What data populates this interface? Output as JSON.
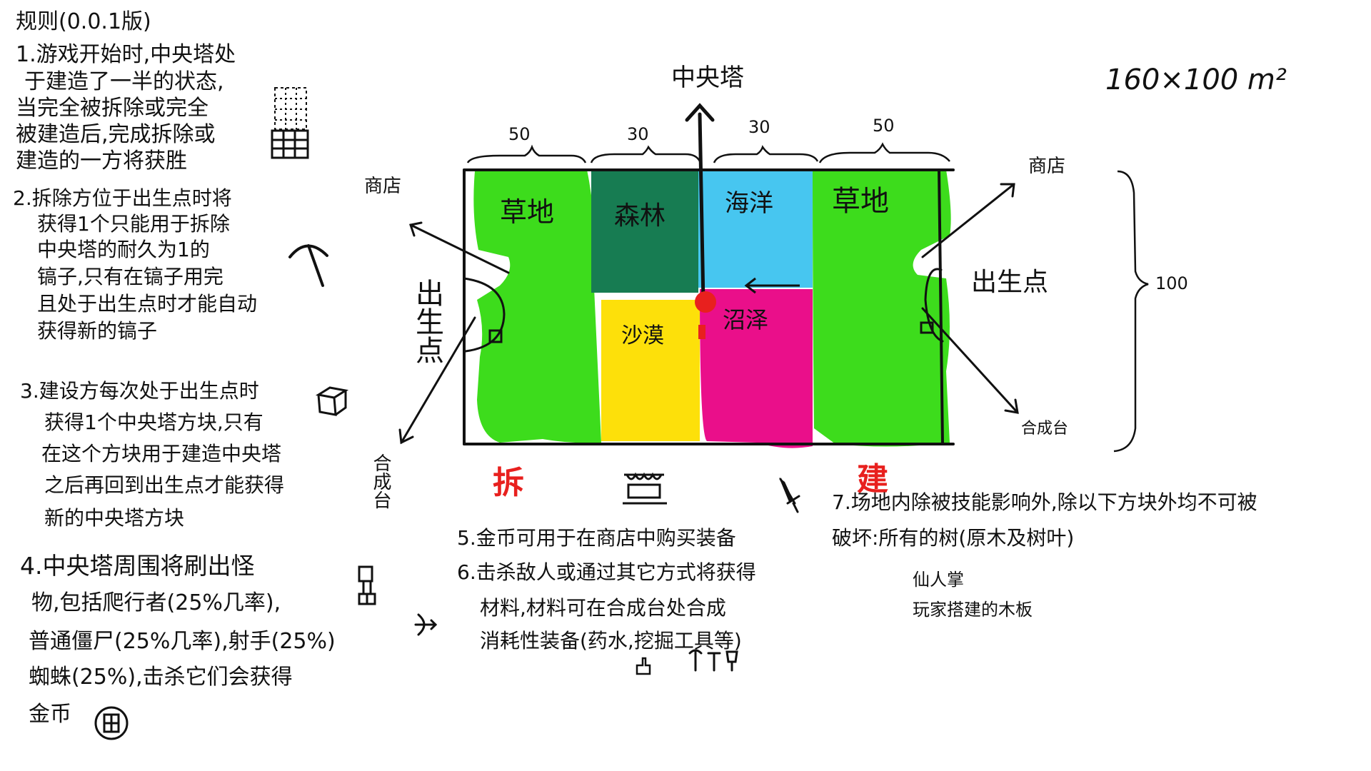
{
  "rules_title": "规则(0.0.1版)",
  "rules": [
    {
      "lines": [
        "1.游戏开始时,中央塔处",
        "于建造了一半的状态,",
        "当完全被拆除或完全",
        "被建造后,完成拆除或",
        "建造的一方将获胜"
      ]
    },
    {
      "lines": [
        "2.拆除方位于出生点时将",
        "获得1个只能用于拆除",
        "中央塔的耐久为1的",
        "镐子,只有在镐子用完",
        "且处于出生点时才能自动",
        "获得新的镐子"
      ]
    },
    {
      "lines": [
        "3.建设方每次处于出生点时",
        "获得1个中央塔方块,只有",
        "在这个方块用于建造中央塔",
        "之后再回到出生点才能获得",
        "新的中央塔方块"
      ]
    },
    {
      "lines": [
        "4.中央塔周围将刷出怪",
        "物,包括爬行者(25%几率),",
        "普通僵尸(25%几率),射手(25%)",
        "蜘蛛(25%),击杀它们会获得",
        "金币"
      ]
    },
    {
      "lines": [
        "5.金币可用于在商店中购买装备"
      ]
    },
    {
      "lines": [
        "6.击杀敌人或通过其它方式将获得",
        "材料,材料可在合成台处合成",
        "消耗性装备(药水,挖掘工具等)"
      ]
    },
    {
      "lines": [
        "7.场地内除被技能影响外,除以下方块外均不可被",
        "破坏:所有的树(原木及树叶)",
        "仙人掌",
        "玩家搭建的木板"
      ]
    }
  ],
  "map": {
    "size_label": "160×100 m²",
    "central_tower_label": "中央塔",
    "width_labels": [
      "50",
      "30",
      "30",
      "50"
    ],
    "height_label": "100",
    "zones": [
      {
        "name": "草地",
        "color": "#3ddc1c"
      },
      {
        "name": "森林",
        "color": "#177c52"
      },
      {
        "name": "海洋",
        "color": "#47c6f0"
      },
      {
        "name": "草地",
        "color": "#3ddc1c"
      },
      {
        "name": "沙漠",
        "color": "#fde00a"
      },
      {
        "name": "沼泽",
        "color": "#ea0f8a"
      }
    ],
    "left_spawn_label": "出生点",
    "right_spawn_label": "出生点",
    "left_shop_label": "商店",
    "right_shop_label": "商店",
    "left_craft_label": "合成台",
    "right_craft_label": "合成台",
    "demolish_label": "拆",
    "build_label": "建",
    "accent_red": "#e8201e"
  },
  "icons": [
    "tower-icon",
    "pickaxe-icon",
    "block-icon",
    "creeper-icon",
    "bow-icon",
    "coin-icon",
    "shop-stand-icon",
    "sword-icon",
    "hand-icon",
    "tools-icon"
  ]
}
